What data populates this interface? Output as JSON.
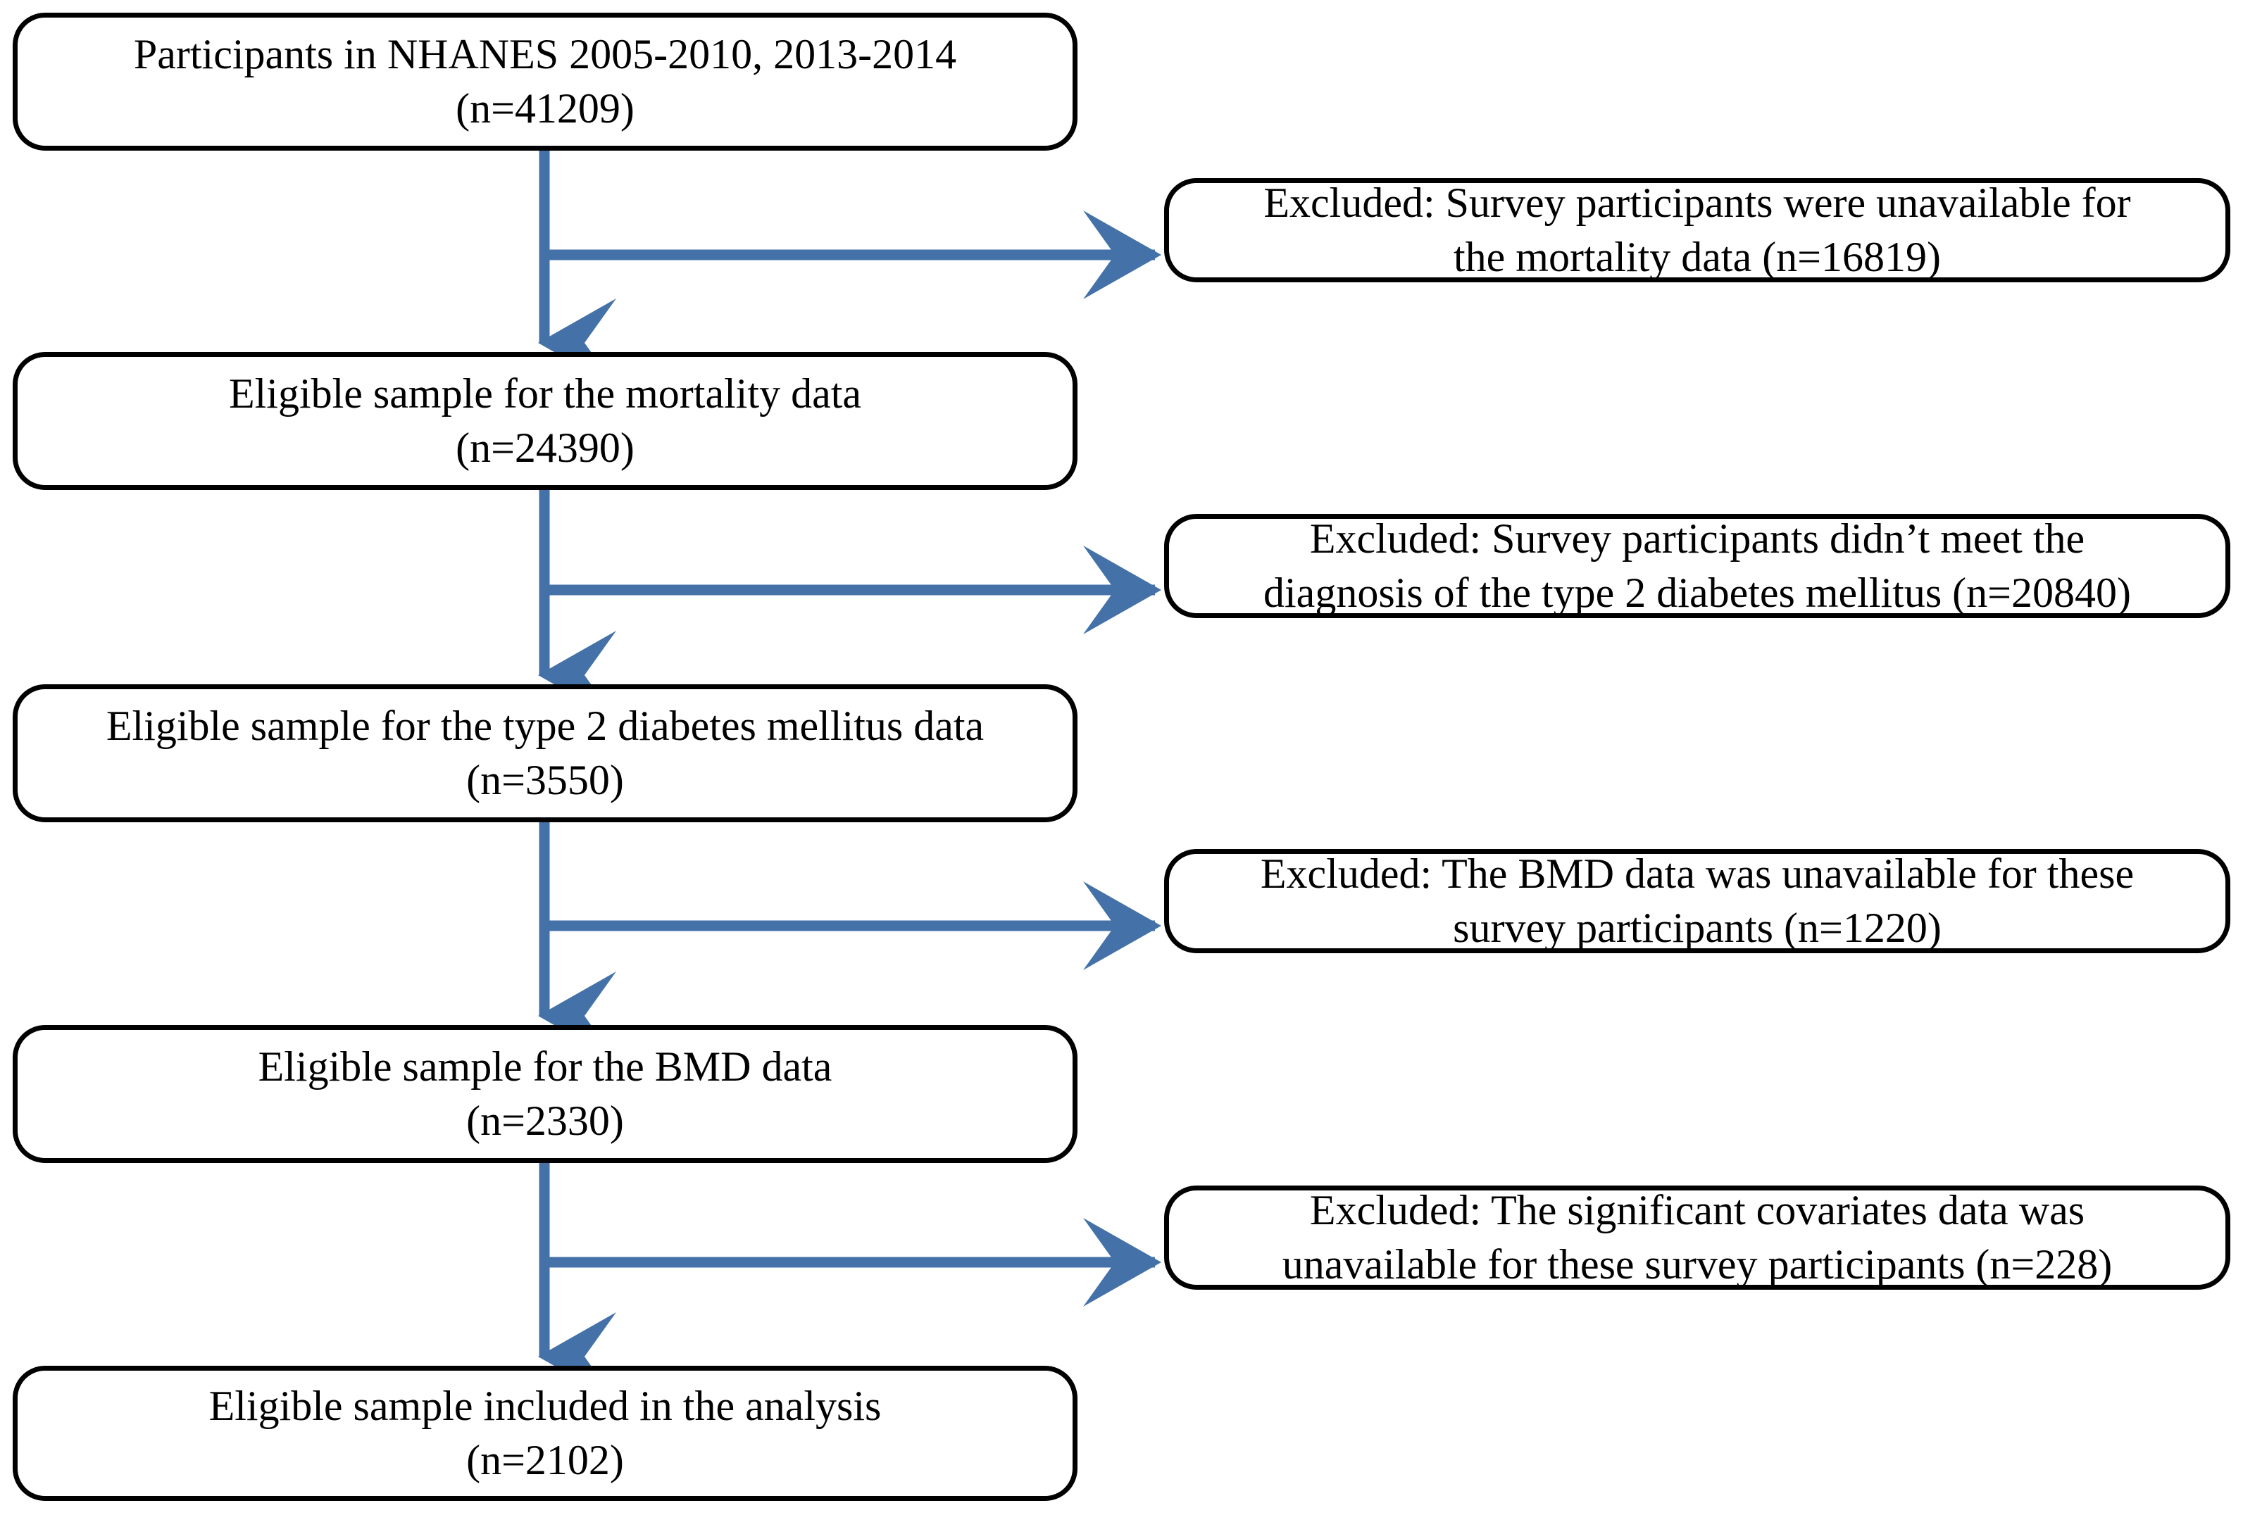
{
  "diagram": {
    "title": "NHANES participant selection flow chart",
    "accent_color": "#4472A8",
    "box_border_color": "#000000",
    "background_color": "#FFFFFF",
    "main_flow": [
      {
        "id": "participants",
        "line1": "Participants in NHANES 2005-2010, 2013-2014",
        "line2": "(n=41209)",
        "n": 41209
      },
      {
        "id": "mortality",
        "line1": "Eligible sample for the mortality data",
        "line2": "(n=24390)",
        "n": 24390
      },
      {
        "id": "t2dm",
        "line1": "Eligible sample for the type 2 diabetes mellitus data",
        "line2": "(n=3550)",
        "n": 3550
      },
      {
        "id": "bmd",
        "line1": "Eligible sample for the BMD data",
        "line2": "(n=2330)",
        "n": 2330
      },
      {
        "id": "final",
        "line1": "Eligible sample included in the analysis",
        "line2": "(n=2102)",
        "n": 2102
      }
    ],
    "exclusions": [
      {
        "id": "excl-mortality",
        "line1": "Excluded: Survey participants were unavailable for",
        "line2": "the mortality data (n=16819)",
        "n": 16819
      },
      {
        "id": "excl-t2dm",
        "line1": "Excluded: Survey participants didn’t meet the",
        "line2": "diagnosis of the type 2 diabetes mellitus (n=20840)",
        "n": 20840
      },
      {
        "id": "excl-bmd",
        "line1": "Excluded: The BMD data was unavailable for these",
        "line2": "survey participants (n=1220)",
        "n": 1220
      },
      {
        "id": "excl-covariates",
        "line1": "Excluded: The significant covariates data was",
        "line2": "unavailable for these survey participants (n=228)",
        "n": 228
      }
    ]
  }
}
